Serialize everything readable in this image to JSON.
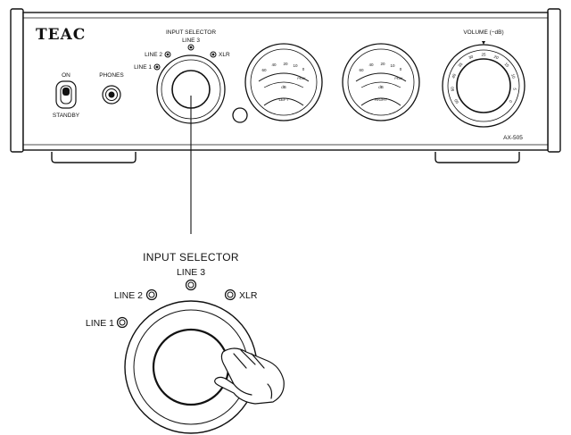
{
  "brand": "TEAC",
  "model": "AX-505",
  "front_panel": {
    "power_on_label": "ON",
    "power_standby_label": "STANDBY",
    "phones_label": "PHONES",
    "input_selector_title": "INPUT SELECTOR",
    "inputs": [
      "LINE 1",
      "LINE 2",
      "LINE 3",
      "XLR"
    ],
    "meter_unit": "dB",
    "left_meter_label": "LEFT",
    "right_meter_label": "RIGHT",
    "meter_scale": [
      "60",
      "40",
      "20",
      "10",
      "0"
    ],
    "meter_peak": "PEAK",
    "volume_label": "VOLUME (−dB)",
    "volume_scale": [
      "60",
      "50",
      "40",
      "35",
      "30",
      "25",
      "20",
      "15",
      "10",
      "5",
      "0"
    ]
  },
  "detail": {
    "title": "INPUT SELECTOR",
    "inputs": [
      "LINE 1",
      "LINE 2",
      "LINE 3",
      "XLR"
    ]
  },
  "icons": [
    "power-switch-icon",
    "headphone-jack-icon",
    "indicator-led-icon",
    "hand-pointer-icon"
  ],
  "colors": {
    "line": "#111111",
    "panel": "#ffffff",
    "shade": "#dddddd"
  }
}
